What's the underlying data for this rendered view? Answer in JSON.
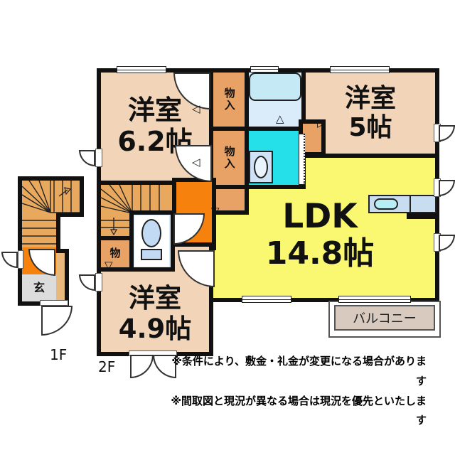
{
  "floor_plan": {
    "floors": {
      "first": "1F",
      "second": "2F"
    },
    "rooms": {
      "western_62": {
        "name": "洋室",
        "size": "6.2帖"
      },
      "western_5": {
        "name": "洋室",
        "size": "5帖"
      },
      "ldk": {
        "name": "LDK",
        "size": "14.8帖"
      },
      "western_49": {
        "name": "洋室",
        "size": "4.9帖"
      },
      "closet_upper": {
        "label": "物入"
      },
      "closet_lower": {
        "label": "物入"
      },
      "storage": {
        "label": "物"
      },
      "entrance": {
        "label": "玄"
      },
      "balcony": {
        "label": "バルコニー"
      }
    },
    "icons": {
      "tri_left": "◁",
      "tri_right": "▷",
      "tri_up": "△",
      "tri_down": "▽"
    },
    "notes": [
      "※条件により、敷金・礼金が変更になる場合があります",
      "※間取図と現況が異なる場合は現況を優先といたします"
    ],
    "colors": {
      "wall": "#111111",
      "room_pink": "#f2d4b8",
      "closet_orange": "#e9a266",
      "hall_orange": "#f6820d",
      "stairs_tan": "#e8a95e",
      "ldk_yellow": "#f9f870",
      "washroom_cyan": "#25dfe9",
      "bath_blue": "#daecfa",
      "tub_blue": "#c5eaf6",
      "toilet_blue": "#dcebfa",
      "fixture_blue": "#cfe2f6",
      "counter_blue": "#c8ddf0",
      "sink_cyan": "#b7edf5",
      "balcony_fill": "#d8cabf",
      "genkan_gray": "#dcdcdc",
      "strip_tan": "#e9b87c"
    }
  }
}
